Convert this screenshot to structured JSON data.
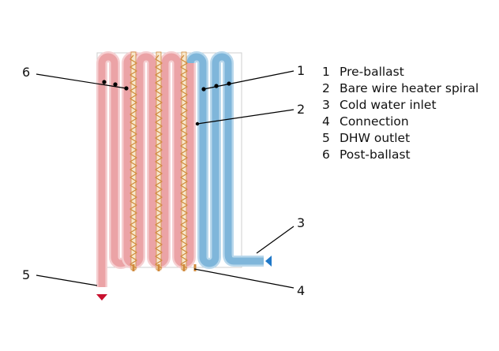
{
  "colors": {
    "hot_pipe": "#eba3a6",
    "hot_pipe_outline": "#f5cfd1",
    "cold_pipe": "#7fb6da",
    "cold_pipe_outline": "#b9d8ec",
    "heater_wire": "#d08a3c",
    "heater_tube": "#f7e7cc",
    "hot_arrow": "#c8102e",
    "cold_arrow": "#1f78c8",
    "leader_line": "#000000"
  },
  "callouts": [
    {
      "id": "1",
      "label": "1"
    },
    {
      "id": "2",
      "label": "2"
    },
    {
      "id": "3",
      "label": "3"
    },
    {
      "id": "4",
      "label": "4"
    },
    {
      "id": "5",
      "label": "5"
    },
    {
      "id": "6",
      "label": "6"
    }
  ],
  "legend": [
    {
      "number": "1",
      "text": "Pre-ballast"
    },
    {
      "number": "2",
      "text": "Bare wire heater spiral"
    },
    {
      "number": "3",
      "text": "Cold water inlet"
    },
    {
      "number": "4",
      "text": "Connection"
    },
    {
      "number": "5",
      "text": "DHW outlet"
    },
    {
      "number": "6",
      "text": "Post-ballast"
    }
  ]
}
